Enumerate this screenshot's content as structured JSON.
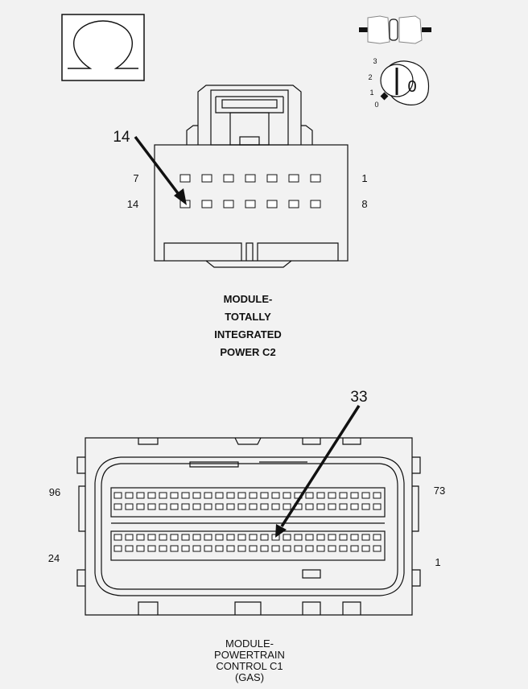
{
  "ohm_symbol": "Ω",
  "ignition": {
    "positions": [
      "3",
      "2",
      "1",
      "0"
    ],
    "key_label": "0"
  },
  "tipm_c2": {
    "callout": "14",
    "pin_labels": {
      "top_left": "7",
      "top_right": "1",
      "bottom_left": "14",
      "bottom_right": "8"
    },
    "title_lines": [
      "MODULE-",
      "TOTALLY",
      "INTEGRATED",
      "POWER C2"
    ]
  },
  "pcm_c1": {
    "callout": "33",
    "pin_labels": {
      "top_left": "96",
      "top_right": "73",
      "bottom_left": "24",
      "bottom_right": "1"
    },
    "title_lines": [
      "MODULE-",
      "POWERTRAIN",
      "CONTROL C1",
      "(GAS)"
    ]
  }
}
